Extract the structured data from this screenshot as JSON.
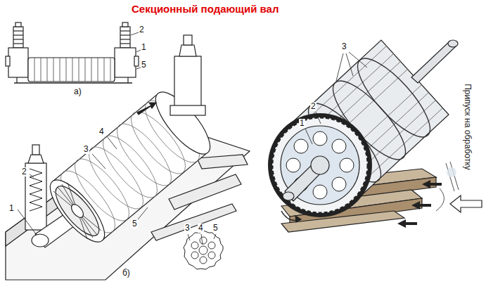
{
  "diagram": {
    "title": "Секционный подающий вал",
    "labels": [
      "2",
      "1",
      "5",
      "а)",
      "4",
      "3",
      "2",
      "1",
      "5",
      "б)",
      "3",
      "4",
      "5",
      "3",
      "2",
      "1",
      "Припуск на обработку"
    ]
  }
}
